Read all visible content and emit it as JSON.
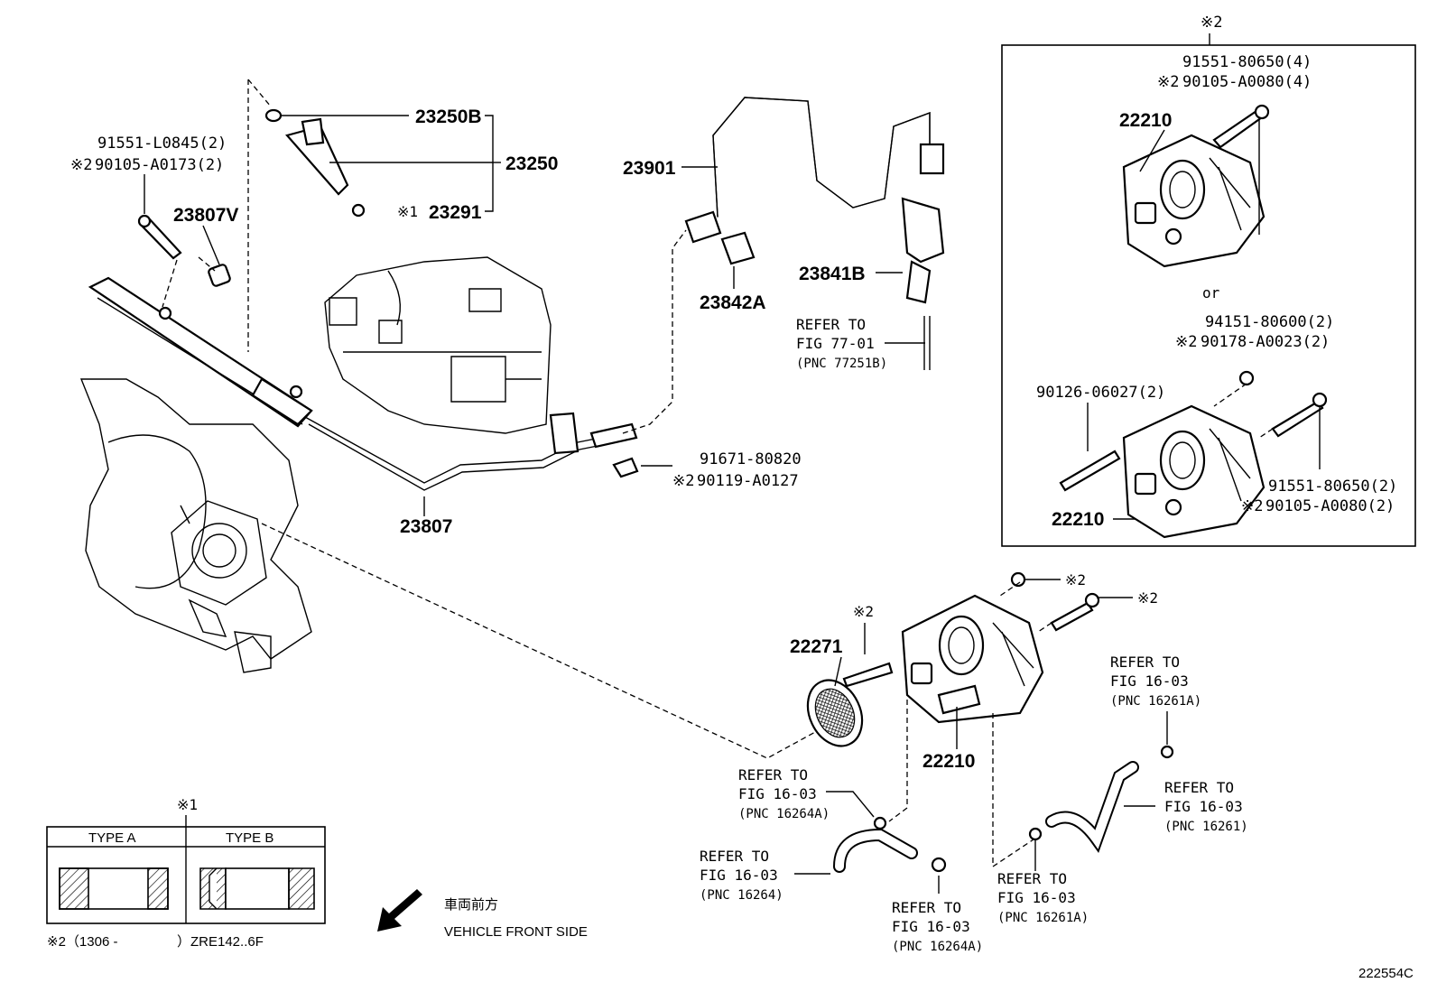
{
  "diagram_code": "222554C",
  "front_side": {
    "japanese": "車両前方",
    "english": "VEHICLE FRONT SIDE"
  },
  "note_marks": {
    "mark1": "※1",
    "mark2": "※2"
  },
  "type_box": {
    "type_a": "TYPE A",
    "type_b": "TYPE B"
  },
  "applicability_note": {
    "prefix": "※2（1306 -",
    "suffix": "）ZRE142..6F"
  },
  "or_text": "or",
  "parts": {
    "p23250B": "23250B",
    "p23250": "23250",
    "p23291": "23291",
    "p91551_L0845": "91551-L0845(2)",
    "p90105_A0173": "90105-A0173(2)",
    "p23807V": "23807V",
    "p23901": "23901",
    "p23841B": "23841B",
    "p23842A": "23842A",
    "p91671_80820": "91671-80820",
    "p90119_A0127": "90119-A0127",
    "p23807": "23807",
    "p22271": "22271",
    "p22210_main": "22210",
    "box_91551_80650_4": "91551-80650(4)",
    "box_90105_A0080_4": "90105-A0080(4)",
    "box_22210_top": "22210",
    "box_94151_80600": "94151-80600(2)",
    "box_90178_A0023": "90178-A0023(2)",
    "box_90126_06027": "90126-06027(2)",
    "box_91551_80650_2": "91551-80650(2)",
    "box_90105_A0080_2": "90105-A0080(2)",
    "box_22210_bottom": "22210"
  },
  "refer_blocks": [
    {
      "line1": "REFER TO",
      "line2": "FIG 77-01",
      "line3": "(PNC 77251B)"
    },
    {
      "line1": "REFER TO",
      "line2": "FIG 16-03",
      "line3": "(PNC 16261A)"
    },
    {
      "line1": "REFER TO",
      "line2": "FIG 16-03",
      "line3": "(PNC 16264A)"
    },
    {
      "line1": "REFER TO",
      "line2": "FIG 16-03",
      "line3": "(PNC 16261)"
    },
    {
      "line1": "REFER TO",
      "line2": "FIG 16-03",
      "line3": "(PNC 16264)"
    },
    {
      "line1": "REFER TO",
      "line2": "FIG 16-03",
      "line3": "(PNC 16264A)"
    },
    {
      "line1": "REFER TO",
      "line2": "FIG 16-03",
      "line3": "(PNC 16261A)"
    }
  ]
}
